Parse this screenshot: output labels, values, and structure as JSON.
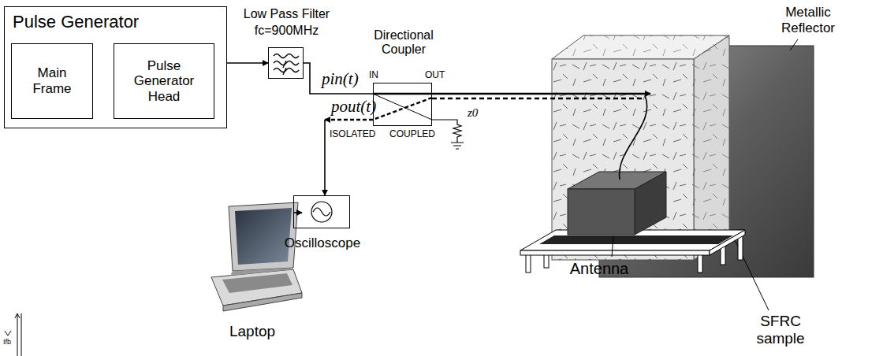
{
  "diagram": {
    "nodes": [
      {
        "text": [
          "Pulse Generator"
        ]
      },
      {
        "text": [
          "Main Frame"
        ],
        "in": 0
      },
      {
        "text": [
          "Pulse Generator Head"
        ],
        "in": 0
      },
      {
        "text": [
          "Low Pass Filter",
          "fc=900MHz"
        ]
      },
      {
        "text": [
          "Directional Coupler"
        ]
      },
      {
        "text": [
          "Metallic Reflector"
        ]
      },
      {
        "text": [
          "SFRC sample"
        ]
      },
      {
        "text": [
          "Antenna"
        ]
      },
      {
        "text": [
          "Laptop"
        ]
      },
      {
        "text": [
          "Oscilloscope"
        ]
      }
    ],
    "edges": [
      {
        "from": 0,
        "to": 3,
        "arrow": "to"
      },
      {
        "from": 3,
        "to": 4,
        "label": "pin(t)",
        "arrow": "none"
      },
      {
        "from": 4,
        "to": 7,
        "arrow": "to"
      },
      {
        "from": 4,
        "to": 9,
        "label": "pout(t)",
        "arrow": "to"
      },
      {
        "from": 9,
        "to": 8,
        "arrow": "to"
      }
    ],
    "labels": [
      "IN",
      "OUT",
      "ISOLATED",
      "COUPLED",
      "z0",
      "Ifb"
    ]
  }
}
